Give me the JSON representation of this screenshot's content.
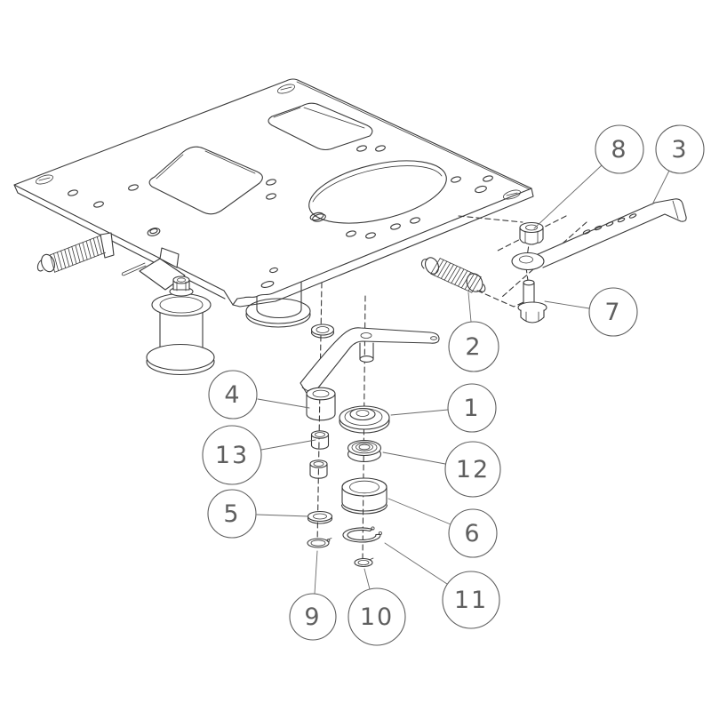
{
  "diagram": {
    "type": "exploded-parts-diagram",
    "background_color": "#ffffff",
    "line_color": "#3a3a3a",
    "callout_color": "#5f5f5f"
  },
  "callouts": [
    {
      "label": "1"
    },
    {
      "label": "2"
    },
    {
      "label": "3"
    },
    {
      "label": "4"
    },
    {
      "label": "5"
    },
    {
      "label": "6"
    },
    {
      "label": "7"
    },
    {
      "label": "8"
    },
    {
      "label": "9"
    },
    {
      "label": "10"
    },
    {
      "label": "11"
    },
    {
      "label": "12"
    },
    {
      "label": "13"
    }
  ]
}
